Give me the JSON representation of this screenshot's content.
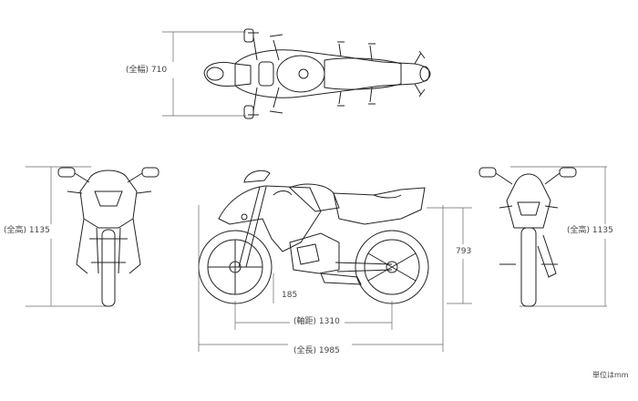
{
  "dims": {
    "width": {
      "label": "(全幅)",
      "value": "710"
    },
    "height_front": {
      "label": "(全高)",
      "value": "1135"
    },
    "height_rear": {
      "label": "(全高)",
      "value": "1135"
    },
    "seat_height": {
      "value": "793"
    },
    "ground_clearance": {
      "value": "185"
    },
    "wheelbase": {
      "label": "(軸距)",
      "value": "1310"
    },
    "length": {
      "label": "(全長)",
      "value": "1985"
    }
  },
  "unit_note": "単位はmm",
  "colors": {
    "line": "#222222",
    "dim": "#666666"
  }
}
